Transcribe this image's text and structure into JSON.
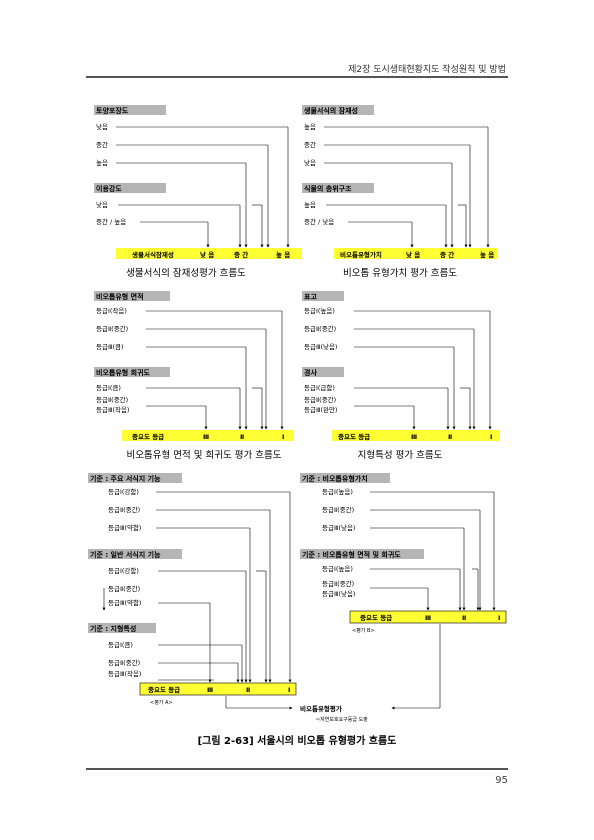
{
  "header": {
    "title": "제2장 도시생태현황지도 작성원칙 및 방법"
  },
  "page_number": "95",
  "diagrams": {
    "d1": {
      "box1": "토양포장도",
      "box2": "이용강도",
      "rows1": [
        "낮음",
        "중간",
        "높음"
      ],
      "rows2": [
        "낮음",
        "중간 / 높음"
      ],
      "bar": [
        "생물서식잠재성",
        "낮 음",
        "중 간",
        "높 음"
      ],
      "caption": "생물서식의 잠재성평가 흐름도"
    },
    "d2": {
      "box1": "생물서식의 잠재성",
      "box2": "식물의 층위구조",
      "rows1": [
        "높음",
        "중간",
        "낮음"
      ],
      "rows2": [
        "높음",
        "중간 / 낮음"
      ],
      "bar": [
        "비오톱유형가치",
        "낮 음",
        "중 간",
        "높 음"
      ],
      "caption": "비오톱 유형가치 평가 흐름도"
    },
    "d3": {
      "box1": "비오톱유형 면적",
      "box2": "비오톱유형 희귀도",
      "rows1": [
        "등급Ⅰ(작음)",
        "등급Ⅱ(중간)",
        "등급Ⅲ(큼)"
      ],
      "rows2": [
        "등급Ⅰ(큼)",
        "등급Ⅱ(중간)",
        "등급Ⅲ(작음)"
      ],
      "bar": [
        "중요도 등급",
        "Ⅲ",
        "Ⅱ",
        "Ⅰ"
      ],
      "caption": "비오톱유형 면적 및 희귀도 평가 흐름도"
    },
    "d4": {
      "box1": "표고",
      "box2": "경사",
      "rows1": [
        "등급Ⅰ(높음)",
        "등급Ⅱ(중간)",
        "등급Ⅲ(낮음)"
      ],
      "rows2": [
        "등급Ⅰ(급함)",
        "등급Ⅱ(중간)",
        "등급Ⅲ(완만)"
      ],
      "bar": [
        "중요도 등급",
        "Ⅲ",
        "Ⅱ",
        "Ⅰ"
      ],
      "caption": "지형특성 평가 흐름도"
    },
    "big": {
      "boxA": "기준 : 주요 서식지 기능",
      "boxB": "기준 : 일반 서식지 기능",
      "boxC": "기준 : 지형특성",
      "boxD": "기준 : 비오톱유형가치",
      "boxE": "기준 : 비오톱유형 면적 및 희귀도",
      "rowsA": [
        "등급Ⅰ(강함)",
        "등급Ⅱ(중간)",
        "등급Ⅲ(약함)"
      ],
      "rowsB": [
        "등급Ⅰ(강함)",
        "등급Ⅱ(중간)",
        "등급Ⅲ(약함)"
      ],
      "rowsC": [
        "등급Ⅰ(큼)",
        "등급Ⅱ(중간)",
        "등급Ⅲ(작음)"
      ],
      "rowsD": [
        "등급Ⅰ(높음)",
        "등급Ⅱ(중간)",
        "등급Ⅲ(낮음)"
      ],
      "rowsE": [
        "등급Ⅰ(높음)",
        "등급Ⅱ(중간)",
        "등급Ⅲ(낮음)"
      ],
      "barA": [
        "중요도 등급",
        "Ⅲ",
        "Ⅱ",
        "Ⅰ"
      ],
      "barB": [
        "중요도 등급",
        "Ⅲ",
        "Ⅱ",
        "Ⅰ"
      ],
      "noteA": "<평가 A>",
      "noteB": "<평가 B>",
      "final": "비오톱유형평가",
      "finalNote": "⇨자연보호요구등급 도출"
    }
  },
  "figure_caption": "[그림 2-63] 서울시의 비오톱 유형평가 흐름도",
  "colors": {
    "highlight": "#ffff33",
    "label_bg": "#b5b5b5"
  }
}
